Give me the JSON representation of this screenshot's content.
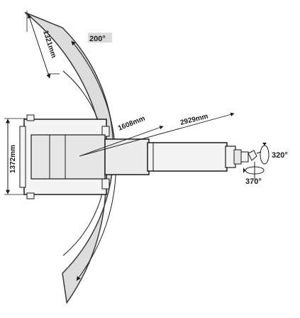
{
  "diagram": {
    "dimensions": {
      "envelope_width": "1321mm",
      "inner_reach": "1608mm",
      "outer_reach": "2929mm",
      "base_height": "1372mm"
    },
    "angles": {
      "arm_swing": "200°",
      "wrist_rotate": "320°",
      "wrist_bend": "370°"
    },
    "colors": {
      "envelope": "#dcdcdc",
      "envelope_stroke": "#3a3a3a",
      "body_fill": "#f4f4f4",
      "line": "#1a1a1a"
    }
  }
}
